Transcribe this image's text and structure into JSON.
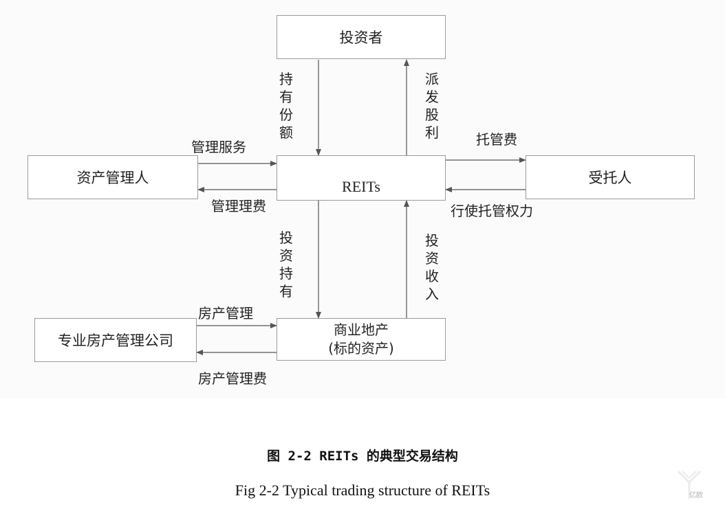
{
  "nodes": {
    "investor": "投资者",
    "reits": "REITs",
    "asset_manager": "资产管理人",
    "trustee": "受托人",
    "property_company": "专业房产管理公司",
    "commercial_property_line1": "商业地产",
    "commercial_property_line2": "(标的资产)"
  },
  "edges": {
    "hold_shares": "持有份额",
    "distribute_dividends": "派发股利",
    "management_services": "管理服务",
    "management_fee": "管理理费",
    "custody_fee": "托管费",
    "exercise_custody": "行使托管权力",
    "invest_hold": "投资持有",
    "investment_income": "投资收入",
    "property_management": "房产管理",
    "property_management_fee": "房产管理费"
  },
  "caption": {
    "chinese": "图 2-2 REITs 的典型交易结构",
    "english": "Fig 2-2 Typical trading structure of REITs"
  },
  "watermark": {
    "text": "亿欧"
  },
  "colors": {
    "line": "#555555",
    "border": "#9a9a9a"
  }
}
